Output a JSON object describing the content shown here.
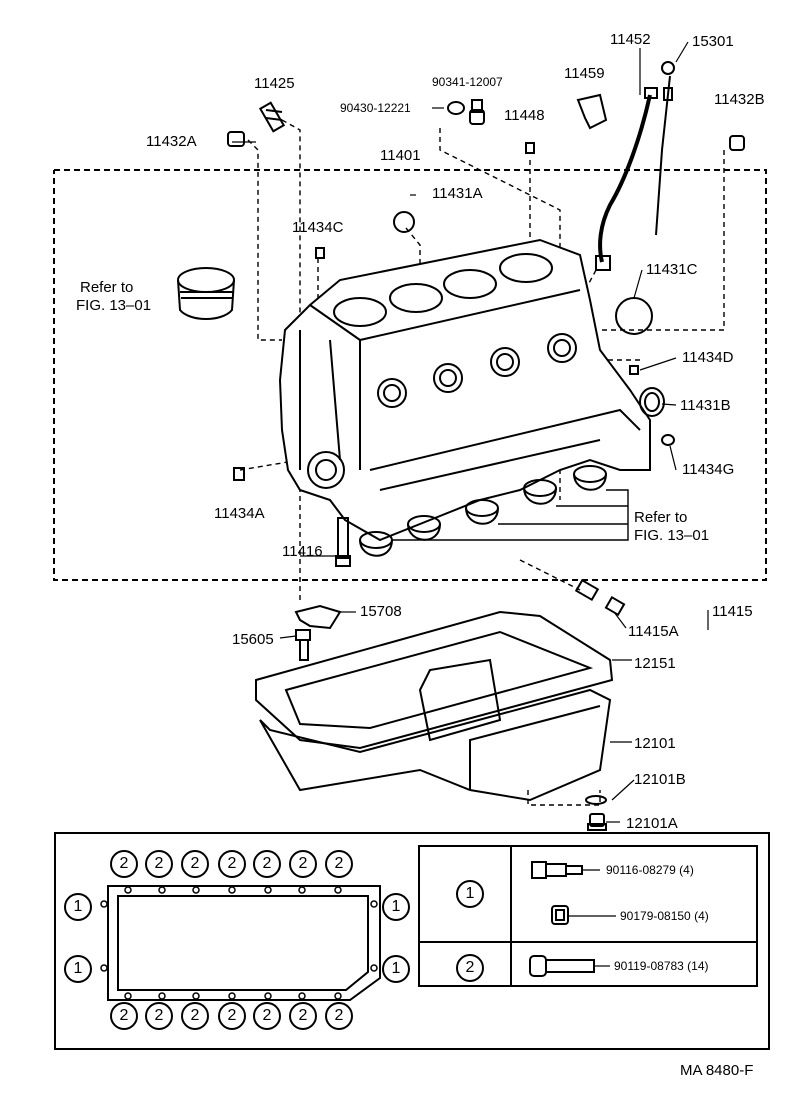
{
  "diagram": {
    "parts": {
      "p11425": "11425",
      "p90341": "90341-12007",
      "p11459": "11459",
      "p11452": "11452",
      "p15301": "15301",
      "p11432B": "11432B",
      "p11432A": "11432A",
      "p90430": "90430-12221",
      "p11448": "11448",
      "p11401": "11401",
      "p11431A": "11431A",
      "p11434C": "11434C",
      "p11431C": "11431C",
      "p11434D": "11434D",
      "p11431B": "11431B",
      "p11434G": "11434G",
      "p11434A": "11434A",
      "p11416": "11416",
      "p15708": "15708",
      "p11415": "11415",
      "p11415A": "11415A",
      "p15605": "15605",
      "p12151": "12151",
      "p12101": "12101",
      "p12101B": "12101B",
      "p12101A": "12101A"
    },
    "refs": {
      "piston_line1": "Refer to",
      "piston_line2": "FIG. 13–01",
      "bearing_line1": "Refer to",
      "bearing_line2": "FIG. 13–01"
    }
  },
  "legend": {
    "mark1": "1",
    "mark2": "2",
    "bolt_a": "90116-08279 (4)",
    "bolt_b": "90179-08150 (4)",
    "bolt_c": "90119-08783 (14)"
  },
  "footer": {
    "code": "MA 8480-F"
  }
}
